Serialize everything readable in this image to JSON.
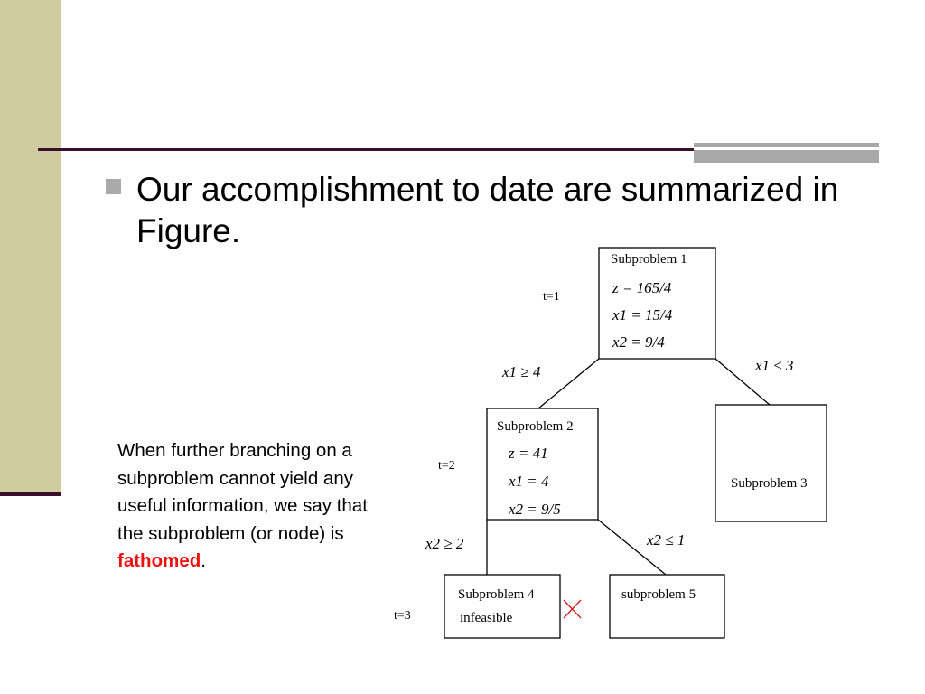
{
  "slide": {
    "bullet": "Our accomplishment to date are summarized in Figure.",
    "note_text": "When further branching on a subproblem cannot yield any useful information, we say that the subproblem (or node) is ",
    "note_highlight": "fathomed",
    "note_end": ".",
    "highlight_color": "#ee1010"
  },
  "tree": {
    "levels": {
      "t1": "t=1",
      "t2": "t=2",
      "t3": "t=3"
    },
    "nodes": {
      "sp1": {
        "title": "Subproblem 1",
        "z": "z = 165/4",
        "x1": "x1 = 15/4",
        "x2": "x2 = 9/4"
      },
      "sp2": {
        "title": "Subproblem 2",
        "z": "z = 41",
        "x1": "x1 = 4",
        "x2": "x2 = 9/5"
      },
      "sp3": {
        "title": "Subproblem 3"
      },
      "sp4": {
        "title": "Subproblem 4",
        "status": "infeasible"
      },
      "sp5": {
        "title": "subproblem 5"
      }
    },
    "branches": {
      "x1_ge_4": "x1 ≥ 4",
      "x1_le_3": "x1 ≤ 3",
      "x2_ge_2": "x2 ≥ 2",
      "x2_le_1": "x2 ≤ 1"
    },
    "infeasible_mark_icon": "x-mark-icon"
  }
}
